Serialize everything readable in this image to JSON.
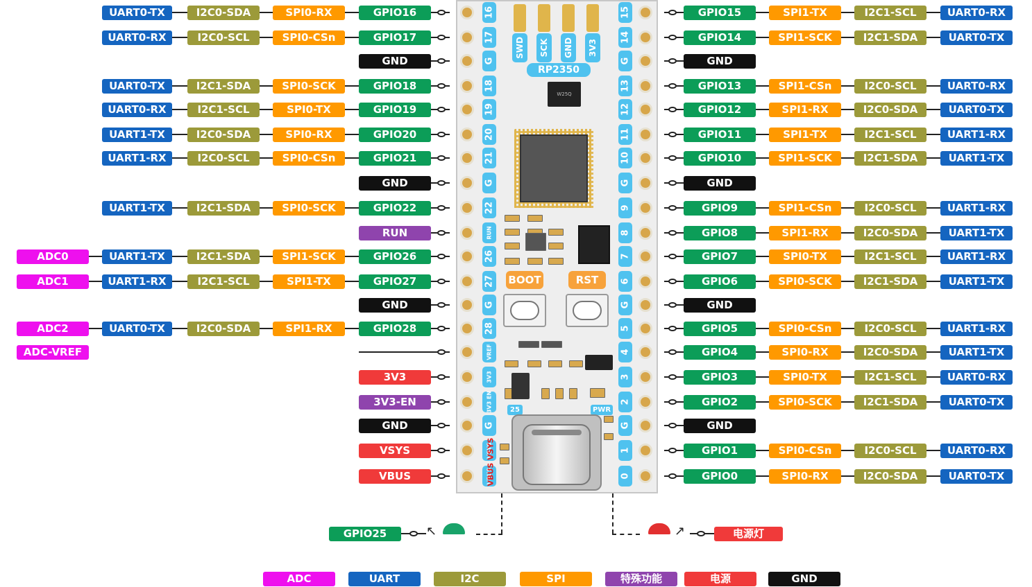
{
  "colors": {
    "adc": "#ee10ee",
    "uart": "#1565c0",
    "i2c": "#9c9a3a",
    "spi": "#ff9900",
    "gpio": "#0c9d58",
    "gnd": "#111111",
    "power": "#f03a3a",
    "special": "#8f44ad",
    "pin_label": "#4fc2ef"
  },
  "left_pins": [
    {
      "pin": "16",
      "labels": [
        "GPIO16",
        "SPI0-RX",
        "I2C0-SDA",
        "UART0-TX"
      ]
    },
    {
      "pin": "17",
      "labels": [
        "GPIO17",
        "SPI0-CSn",
        "I2C0-SCL",
        "UART0-RX"
      ]
    },
    {
      "pin": "G",
      "labels": [
        "GND"
      ]
    },
    {
      "pin": "18",
      "labels": [
        "GPIO18",
        "SPI0-SCK",
        "I2C1-SDA",
        "UART0-TX"
      ]
    },
    {
      "pin": "19",
      "labels": [
        "GPIO19",
        "SPI0-TX",
        "I2C1-SCL",
        "UART0-RX"
      ]
    },
    {
      "pin": "20",
      "labels": [
        "GPIO20",
        "SPI0-RX",
        "I2C0-SDA",
        "UART1-TX"
      ]
    },
    {
      "pin": "21",
      "labels": [
        "GPIO21",
        "SPI0-CSn",
        "I2C0-SCL",
        "UART1-RX"
      ]
    },
    {
      "pin": "G",
      "labels": [
        "GND"
      ]
    },
    {
      "pin": "22",
      "labels": [
        "GPIO22",
        "SPI0-SCK",
        "I2C1-SDA",
        "UART1-TX"
      ]
    },
    {
      "pin": "RUN",
      "labels": [
        "RUN"
      ]
    },
    {
      "pin": "26",
      "labels": [
        "GPIO26",
        "SPI1-SCK",
        "I2C1-SDA",
        "UART1-TX",
        "ADC0"
      ]
    },
    {
      "pin": "27",
      "labels": [
        "GPIO27",
        "SPI1-TX",
        "I2C1-SCL",
        "UART1-RX",
        "ADC1"
      ]
    },
    {
      "pin": "G",
      "labels": [
        "GND"
      ]
    },
    {
      "pin": "28",
      "labels": [
        "GPIO28",
        "SPI1-RX",
        "I2C0-SDA",
        "UART0-TX",
        "ADC2"
      ]
    },
    {
      "pin": "VREF",
      "labels": [
        "ADC-VREF"
      ]
    },
    {
      "pin": "3V3",
      "labels": [
        "3V3"
      ]
    },
    {
      "pin": "3V3 EN",
      "labels": [
        "3V3-EN"
      ]
    },
    {
      "pin": "G",
      "labels": [
        "GND"
      ]
    },
    {
      "pin": "VSYS",
      "labels": [
        "VSYS"
      ]
    },
    {
      "pin": "VBUS",
      "labels": [
        "VBUS"
      ]
    }
  ],
  "right_pins": [
    {
      "pin": "15",
      "labels": [
        "GPIO15",
        "SPI1-TX",
        "I2C1-SCL",
        "UART0-RX"
      ]
    },
    {
      "pin": "14",
      "labels": [
        "GPIO14",
        "SPI1-SCK",
        "I2C1-SDA",
        "UART0-TX"
      ]
    },
    {
      "pin": "G",
      "labels": [
        "GND"
      ]
    },
    {
      "pin": "13",
      "labels": [
        "GPIO13",
        "SPI1-CSn",
        "I2C0-SCL",
        "UART0-RX"
      ]
    },
    {
      "pin": "12",
      "labels": [
        "GPIO12",
        "SPI1-RX",
        "I2C0-SDA",
        "UART0-TX"
      ]
    },
    {
      "pin": "11",
      "labels": [
        "GPIO11",
        "SPI1-TX",
        "I2C1-SCL",
        "UART1-RX"
      ]
    },
    {
      "pin": "10",
      "labels": [
        "GPIO10",
        "SPI1-SCK",
        "I2C1-SDA",
        "UART1-TX"
      ]
    },
    {
      "pin": "G",
      "labels": [
        "GND"
      ]
    },
    {
      "pin": "9",
      "labels": [
        "GPIO9",
        "SPI1-CSn",
        "I2C0-SCL",
        "UART1-RX"
      ]
    },
    {
      "pin": "8",
      "labels": [
        "GPIO8",
        "SPI1-RX",
        "I2C0-SDA",
        "UART1-TX"
      ]
    },
    {
      "pin": "7",
      "labels": [
        "GPIO7",
        "SPI0-TX",
        "I2C1-SCL",
        "UART1-RX"
      ]
    },
    {
      "pin": "6",
      "labels": [
        "GPIO6",
        "SPI0-SCK",
        "I2C1-SDA",
        "UART1-TX"
      ]
    },
    {
      "pin": "G",
      "labels": [
        "GND"
      ]
    },
    {
      "pin": "5",
      "labels": [
        "GPIO5",
        "SPI0-CSn",
        "I2C0-SCL",
        "UART1-RX"
      ]
    },
    {
      "pin": "4",
      "labels": [
        "GPIO4",
        "SPI0-RX",
        "I2C0-SDA",
        "UART1-TX"
      ]
    },
    {
      "pin": "3",
      "labels": [
        "GPIO3",
        "SPI0-TX",
        "I2C1-SCL",
        "UART0-RX"
      ]
    },
    {
      "pin": "2",
      "labels": [
        "GPIO2",
        "SPI0-SCK",
        "I2C1-SDA",
        "UART0-TX"
      ]
    },
    {
      "pin": "G",
      "labels": [
        "GND"
      ]
    },
    {
      "pin": "1",
      "labels": [
        "GPIO1",
        "SPI0-CSn",
        "I2C0-SCL",
        "UART0-RX"
      ]
    },
    {
      "pin": "0",
      "labels": [
        "GPIO0",
        "SPI0-RX",
        "I2C0-SDA",
        "UART0-TX"
      ]
    }
  ],
  "board": {
    "chip": "RP2350",
    "debug_pins": [
      "SWD",
      "SCK",
      "GND",
      "3V3"
    ],
    "buttons": [
      "BOOT",
      "RST"
    ],
    "led_labels": [
      "25",
      "PWR"
    ],
    "vertical_text": "VBUS VSYS",
    "ic_marking": "W25Q"
  },
  "leds": {
    "left": "GPIO25",
    "right": "电源灯"
  },
  "legend": [
    {
      "label": "ADC",
      "kind": "adc"
    },
    {
      "label": "UART",
      "kind": "uart"
    },
    {
      "label": "I2C",
      "kind": "i2c"
    },
    {
      "label": "SPI",
      "kind": "spi"
    },
    {
      "label": "特殊功能",
      "kind": "special"
    },
    {
      "label": "电源",
      "kind": "power"
    },
    {
      "label": "GND",
      "kind": "gnd"
    }
  ]
}
